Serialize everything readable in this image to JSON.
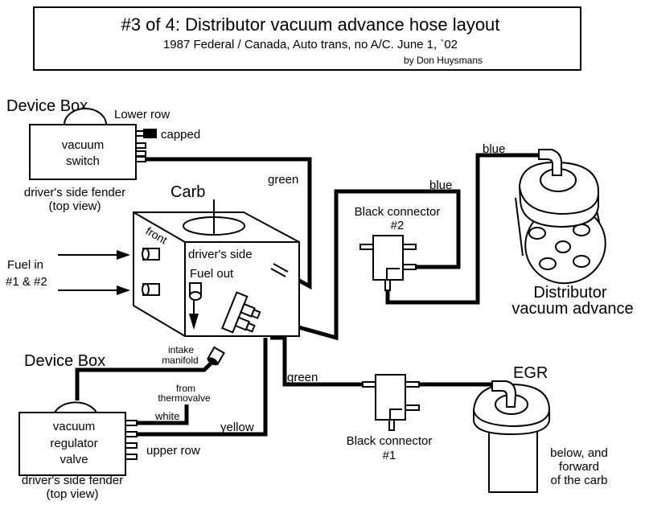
{
  "header": {
    "title": "#3 of 4:  Distributor vacuum advance hose layout",
    "subtitle": "1987 Federal / Canada, Auto trans, no A/C.   June 1, `02",
    "author": "by Don Huysmans"
  },
  "vacuum_switch_box": {
    "heading": "Device Box",
    "name_line1": "vacuum",
    "name_line2": "switch",
    "row_label": "Lower row",
    "capped_label": "capped",
    "location_line1": "driver's side fender",
    "location_line2": "(top view)"
  },
  "carb": {
    "label": "Carb",
    "front_label": "front",
    "side_label": "driver's side",
    "fuel_out_label": "Fuel out",
    "fuel_in_line1": "Fuel in",
    "fuel_in_line2": "#1 & #2"
  },
  "connector2": {
    "line1": "Black connector",
    "line2": "#2"
  },
  "connector1": {
    "line1": "Black connector",
    "line2": "#1"
  },
  "distributor": {
    "line1": "Distributor",
    "line2": "vacuum advance"
  },
  "regulator_box": {
    "heading": "Device Box",
    "name_line1": "vacuum",
    "name_line2": "regulator",
    "name_line3": "valve",
    "row_label": "upper row",
    "location_line1": "driver's side fender",
    "location_line2": "(top view)"
  },
  "egr": {
    "label": "EGR",
    "note_line1": "below, and",
    "note_line2": "forward",
    "note_line3": "of the carb"
  },
  "hoses": {
    "green_top": "green",
    "blue_connector": "blue",
    "blue_distributor": "blue",
    "green_egr": "green",
    "yellow": "yellow",
    "white": "white",
    "intake_line1": "intake",
    "intake_line2": "manifold",
    "thermo_line1": "from",
    "thermo_line2": "thermovalve"
  }
}
